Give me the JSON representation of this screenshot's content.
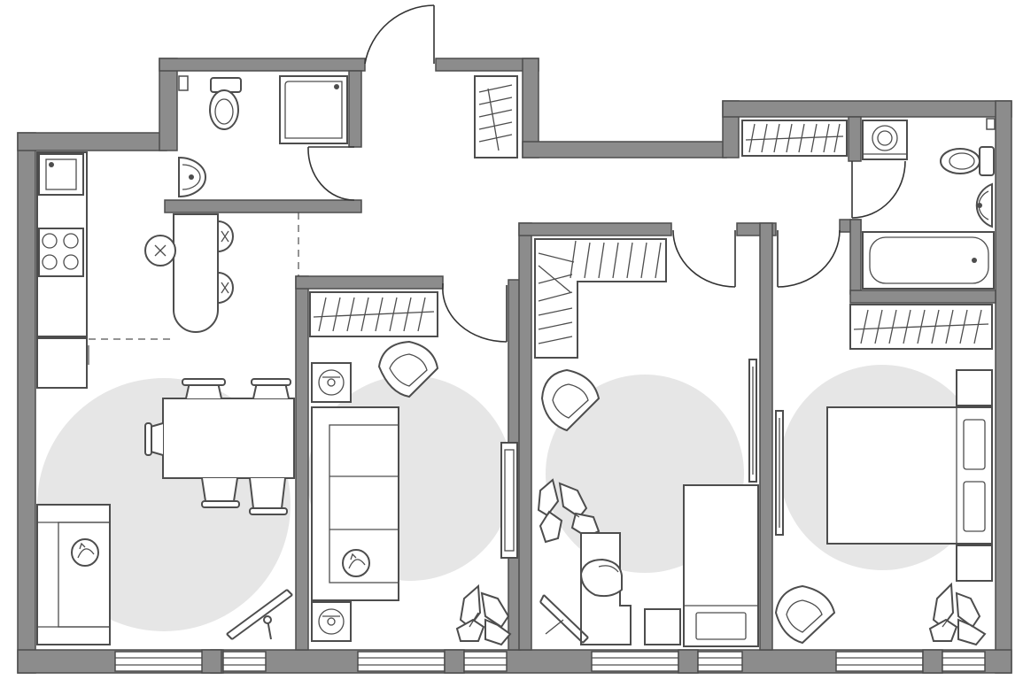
{
  "plan": {
    "type": "apartment-floor-plan",
    "rooms": [
      {
        "id": "kitchen-living",
        "furniture": [
          "sink",
          "stove",
          "fridge",
          "bar-counter",
          "bar-stool",
          "dining-table",
          "dining-chair",
          "sofa",
          "cat",
          "floor-lamp"
        ]
      },
      {
        "id": "entry-bathroom",
        "furniture": [
          "toilet",
          "shower",
          "washbasin"
        ]
      },
      {
        "id": "hall",
        "furniture": [
          "wardrobe"
        ]
      },
      {
        "id": "living-room",
        "furniture": [
          "shelf",
          "armchair",
          "speaker",
          "sofa",
          "cat",
          "tv",
          "plant"
        ]
      },
      {
        "id": "children-room",
        "furniture": [
          "corner-wardrobe",
          "armchair",
          "plant",
          "desk",
          "desk-chair",
          "bed",
          "nightstand",
          "tv",
          "floor-lamp"
        ]
      },
      {
        "id": "bathroom",
        "furniture": [
          "washing-machine",
          "toilet",
          "washbasin",
          "bathtub"
        ]
      },
      {
        "id": "bedroom",
        "furniture": [
          "wardrobe",
          "armchair",
          "bed",
          "nightstand",
          "tv",
          "plant"
        ]
      }
    ],
    "colors": {
      "wall": "#8c8c8c",
      "wall_outline": "#4d4d4d",
      "zone": "#e6e6e6",
      "line": "#4d4d4d",
      "background": "#ffffff"
    }
  }
}
